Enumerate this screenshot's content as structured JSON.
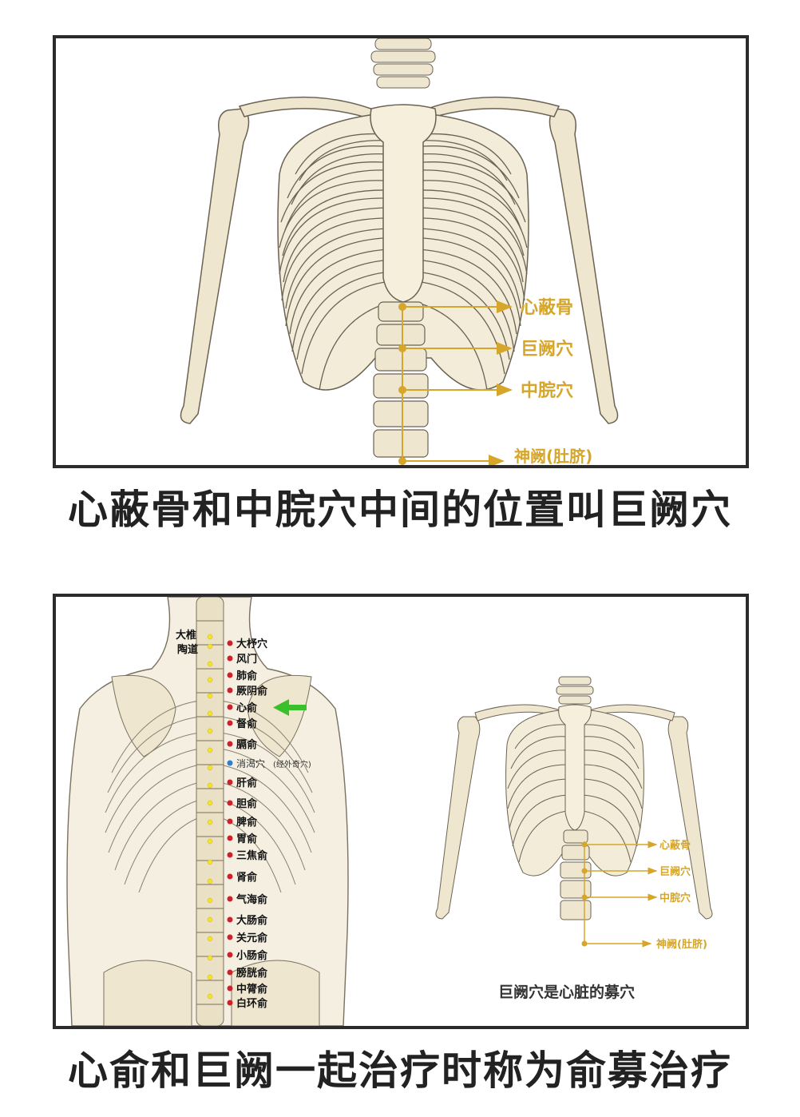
{
  "top_panel": {
    "labels": {
      "xiphoid": "心蔽骨",
      "juque": "巨阙穴",
      "zhongwan": "中脘穴",
      "shenque": "神阙(肚脐)"
    },
    "caption": "心蔽骨和中脘穴中间的位置叫巨阙穴"
  },
  "bottom_panel": {
    "left_labels": [
      {
        "text": "大椎",
        "bold": true
      },
      {
        "text": "陶道",
        "bold": false
      }
    ],
    "right_points": [
      {
        "text": "大杼穴",
        "color": "#d0202a"
      },
      {
        "text": "风门",
        "color": "#d0202a"
      },
      {
        "text": "肺俞",
        "color": "#d0202a"
      },
      {
        "text": "厥阴俞",
        "color": "#d0202a"
      },
      {
        "text": "心俞",
        "color": "#d0202a"
      },
      {
        "text": "督俞",
        "color": "#d0202a"
      },
      {
        "text": "膈俞",
        "color": "#d0202a"
      },
      {
        "text": "消渴穴",
        "note": "(经外奇穴)",
        "color": "#2a7fd0"
      },
      {
        "text": "肝俞",
        "color": "#d0202a"
      },
      {
        "text": "胆俞",
        "color": "#d0202a"
      },
      {
        "text": "脾俞",
        "color": "#d0202a"
      },
      {
        "text": "胃俞",
        "color": "#d0202a"
      },
      {
        "text": "三焦俞",
        "color": "#d0202a"
      },
      {
        "text": "肾俞",
        "color": "#d0202a"
      },
      {
        "text": "气海俞",
        "color": "#d0202a"
      },
      {
        "text": "大肠俞",
        "color": "#d0202a"
      },
      {
        "text": "关元俞",
        "color": "#d0202a"
      },
      {
        "text": "小肠俞",
        "color": "#d0202a"
      },
      {
        "text": "膀胱俞",
        "color": "#d0202a"
      },
      {
        "text": "中膂俞",
        "color": "#d0202a"
      },
      {
        "text": "白环俞",
        "color": "#d0202a"
      }
    ],
    "mini_labels": {
      "xiphoid": "心蔽骨",
      "juque": "巨阙穴",
      "zhongwan": "中脘穴",
      "shenque": "神阙(肚脐)"
    },
    "note": "巨阙穴是心脏的募穴",
    "caption": "心俞和巨阙一起治疗时称为俞募治疗"
  },
  "colors": {
    "accent_gold": "#d6a62a",
    "bone": "#efe6cf",
    "arrow_green": "#3bbf2a",
    "point_red": "#d0202a",
    "spine_yellow": "#f5e22a"
  }
}
